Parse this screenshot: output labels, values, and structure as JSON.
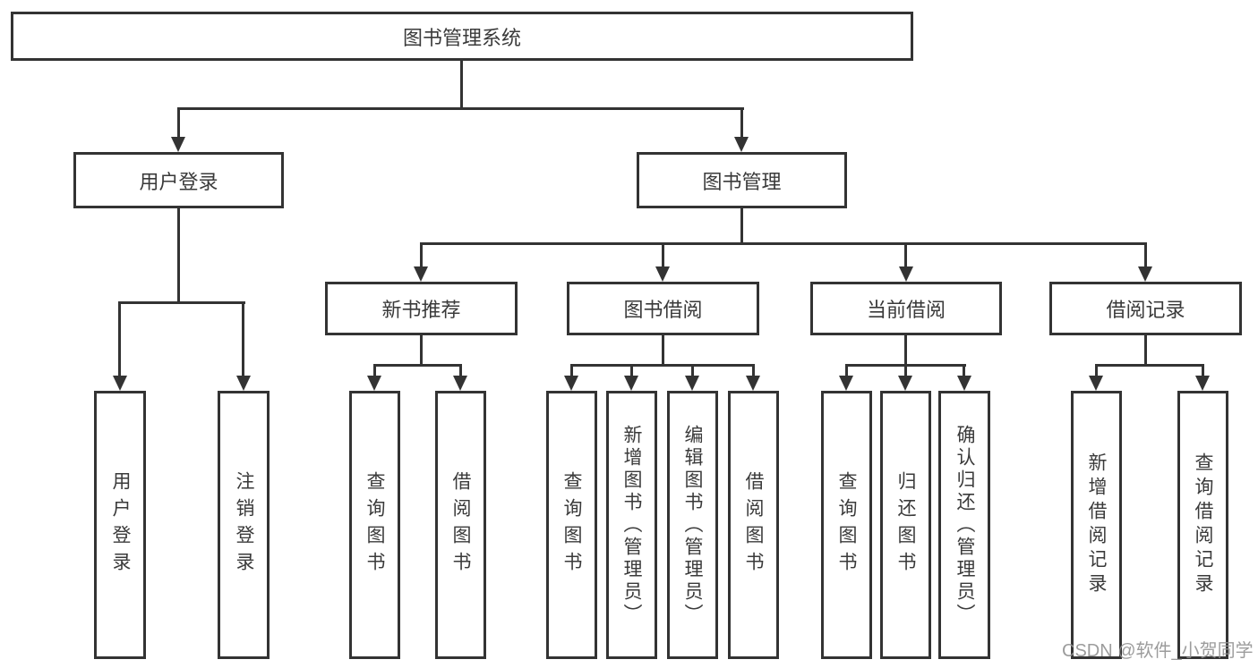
{
  "tree": {
    "root": "图书管理系统",
    "branches": [
      {
        "label": "用户登录",
        "children": [
          {
            "label": "用户登录"
          },
          {
            "label": "注销登录"
          }
        ]
      },
      {
        "label": "图书管理",
        "children": [
          {
            "label": "新书推荐",
            "children": [
              {
                "label": "查询图书"
              },
              {
                "label": "借阅图书"
              }
            ]
          },
          {
            "label": "图书借阅",
            "children": [
              {
                "label": "查询图书"
              },
              {
                "label": "新增图书（管理员）"
              },
              {
                "label": "编辑图书（管理员）"
              },
              {
                "label": "借阅图书"
              }
            ]
          },
          {
            "label": "当前借阅",
            "children": [
              {
                "label": "查询图书"
              },
              {
                "label": "归还图书"
              },
              {
                "label": "确认归还（管理员）"
              }
            ]
          },
          {
            "label": "借阅记录",
            "children": [
              {
                "label": "新增借阅记录"
              },
              {
                "label": "查询借阅记录"
              }
            ]
          }
        ]
      }
    ]
  },
  "watermark": {
    "text": "CSDN @软件_小贺同学"
  },
  "colors": {
    "line": "#333333",
    "box_border": "#333333",
    "text": "#3a3a3a",
    "watermark": "#919191",
    "background": "#ffffff"
  }
}
